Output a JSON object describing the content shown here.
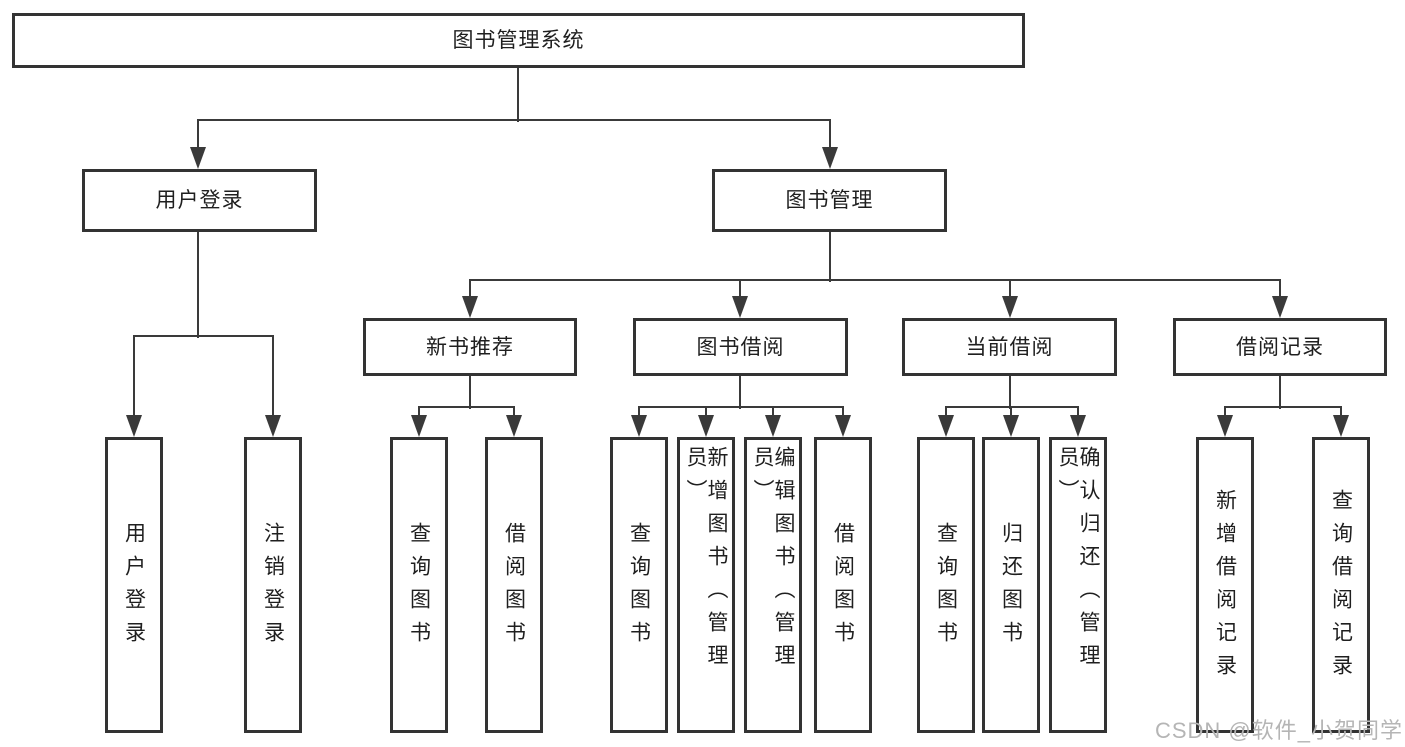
{
  "diagram_type": "hierarchical-function-tree",
  "watermark": "CSDN @软件_小贺同学",
  "colors": {
    "line": "#3a3a3a",
    "box_border": "#333333",
    "text": "#1f1f1f",
    "watermark": "#b5b5b5",
    "background": "#ffffff"
  },
  "tree": {
    "label": "图书管理系统",
    "children": [
      {
        "label": "用户登录",
        "children": [
          {
            "label": "用户登录"
          },
          {
            "label": "注销登录"
          }
        ]
      },
      {
        "label": "图书管理",
        "children": [
          {
            "label": "新书推荐",
            "children": [
              {
                "label": "查询图书"
              },
              {
                "label": "借阅图书"
              }
            ]
          },
          {
            "label": "图书借阅",
            "children": [
              {
                "label": "查询图书"
              },
              {
                "label": "新增图书（管理员）"
              },
              {
                "label": "编辑图书（管理员）"
              },
              {
                "label": "借阅图书"
              }
            ]
          },
          {
            "label": "当前借阅",
            "children": [
              {
                "label": "查询图书"
              },
              {
                "label": "归还图书"
              },
              {
                "label": "确认归还（管理员）"
              }
            ]
          },
          {
            "label": "借阅记录",
            "children": [
              {
                "label": "新增借阅记录"
              },
              {
                "label": "查询借阅记录"
              }
            ]
          }
        ]
      }
    ]
  }
}
